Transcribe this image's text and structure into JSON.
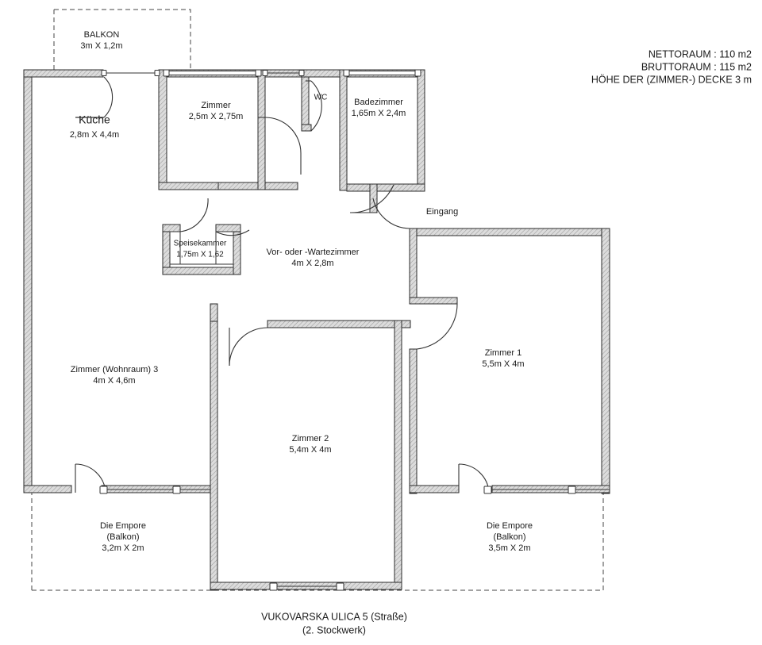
{
  "document": {
    "type": "architectural-floor-plan",
    "title_line_1": "VUKOVARSKA ULICA 5 (Straße)",
    "title_line_2": "(2. Stockwerk)"
  },
  "summary": {
    "nettoraum": "NETTORAUM : 110 m2",
    "bruttoraum": "BRUTTORAUM : 115 m2",
    "hoehe": "HÖHE DER (ZIMMER-) DECKE 3 m"
  },
  "rooms": {
    "balkon_top": {
      "name": "BALKON",
      "size": "3m X 1,2m"
    },
    "kueche": {
      "name": "Küche",
      "size": "2,8m X 4,4m"
    },
    "zimmer_top": {
      "name": "Zimmer",
      "size": "2,5m X 2,75m"
    },
    "wc": {
      "name": "WC",
      "size": ""
    },
    "badezimmer": {
      "name": "Badezimmer",
      "size": "1,65m X 2,4m"
    },
    "speisekammer": {
      "name": "Speisekammer",
      "size": "1,75m X 1,62"
    },
    "wartezimmer": {
      "name": "Vor- oder -Wartezimmer",
      "size": "4m X 2,8m"
    },
    "eingang": {
      "name": "Eingang",
      "size": ""
    },
    "zimmer1": {
      "name": "Zimmer 1",
      "size": "5,5m X 4m"
    },
    "zimmer2": {
      "name": "Zimmer 2",
      "size": "5,4m X 4m"
    },
    "zimmer3": {
      "name": "Zimmer (Wohnraum) 3",
      "size": "4m X 4,6m"
    },
    "empore_left": {
      "name": "Die Empore",
      "sub": "(Balkon)",
      "size": "3,2m X 2m"
    },
    "empore_right": {
      "name": "Die Empore",
      "sub": "(Balkon)",
      "size": "3,5m X 2m"
    }
  },
  "colors": {
    "background": "#ffffff",
    "wall_fill": "#d8d8d8",
    "wall_stroke": "#2b2b2b",
    "line": "#333333",
    "text": "#1a1a1a"
  }
}
